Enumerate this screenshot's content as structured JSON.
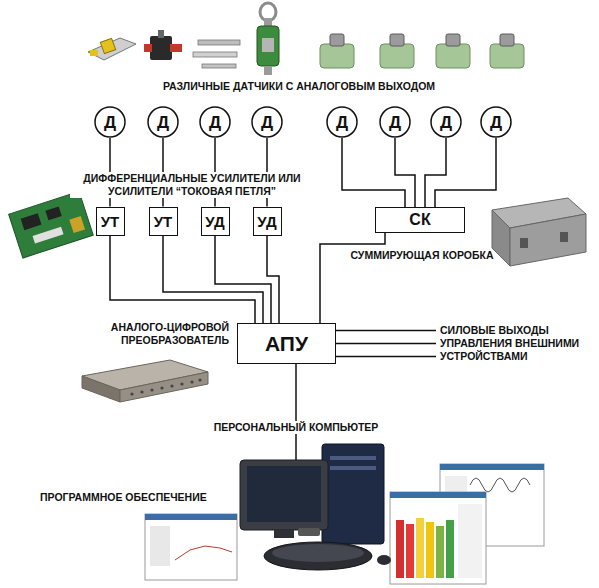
{
  "diagram": {
    "nodes": [
      {
        "text": [
          "Д"
        ]
      },
      {
        "text": [
          "Д"
        ]
      },
      {
        "text": [
          "Д"
        ]
      },
      {
        "text": [
          "Д"
        ]
      },
      {
        "text": [
          "Д"
        ]
      },
      {
        "text": [
          "Д"
        ]
      },
      {
        "text": [
          "Д"
        ]
      },
      {
        "text": [
          "Д"
        ]
      },
      {
        "text": [
          "УТ"
        ]
      },
      {
        "text": [
          "УТ"
        ]
      },
      {
        "text": [
          "УД"
        ]
      },
      {
        "text": [
          "УД"
        ]
      },
      {
        "text": [
          "СК"
        ]
      },
      {
        "text": [
          "АПУ"
        ]
      }
    ],
    "edges": [
      {
        "from": 0,
        "to": 8,
        "arrow": "none"
      },
      {
        "from": 1,
        "to": 9,
        "arrow": "none"
      },
      {
        "from": 2,
        "to": 10,
        "arrow": "none"
      },
      {
        "from": 3,
        "to": 11,
        "arrow": "none"
      },
      {
        "from": 4,
        "to": 12,
        "arrow": "none"
      },
      {
        "from": 5,
        "to": 12,
        "arrow": "none"
      },
      {
        "from": 6,
        "to": 12,
        "arrow": "none"
      },
      {
        "from": 7,
        "to": 12,
        "arrow": "none"
      },
      {
        "from": 8,
        "to": 13,
        "arrow": "none"
      },
      {
        "from": 9,
        "to": 13,
        "arrow": "none"
      },
      {
        "from": 10,
        "to": 13,
        "arrow": "none"
      },
      {
        "from": 11,
        "to": 13,
        "arrow": "none"
      },
      {
        "from": 12,
        "to": 13,
        "arrow": "none"
      }
    ],
    "labels": [
      "РАЗЛИЧНЫЕ ДАТЧИКИ С АНАЛОГОВЫМ ВЫХОДОМ",
      "ДИФФЕРЕНЦИАЛЬНЫЕ УСИЛИТЕЛИ ИЛИ УСИЛИТЕЛИ “ТОКОВАЯ ПЕТЛЯ”",
      "СУММИРУЮЩАЯ КОРОБКА",
      "АНАЛОГО-ЦИФРОВОЙ ПРЕОБРАЗОВАТЕЛЬ",
      "СИЛОВЫЕ ВЫХОДЫ УПРАВЛЕНИЯ ВНЕШНИМИ УСТРОЙСТВАМИ",
      "ПЕРСОНАЛЬНЫЙ КОМПЬЮТЕР",
      "ПРОГРАММНОЕ ОБЕСПЕЧЕНИЕ"
    ]
  }
}
